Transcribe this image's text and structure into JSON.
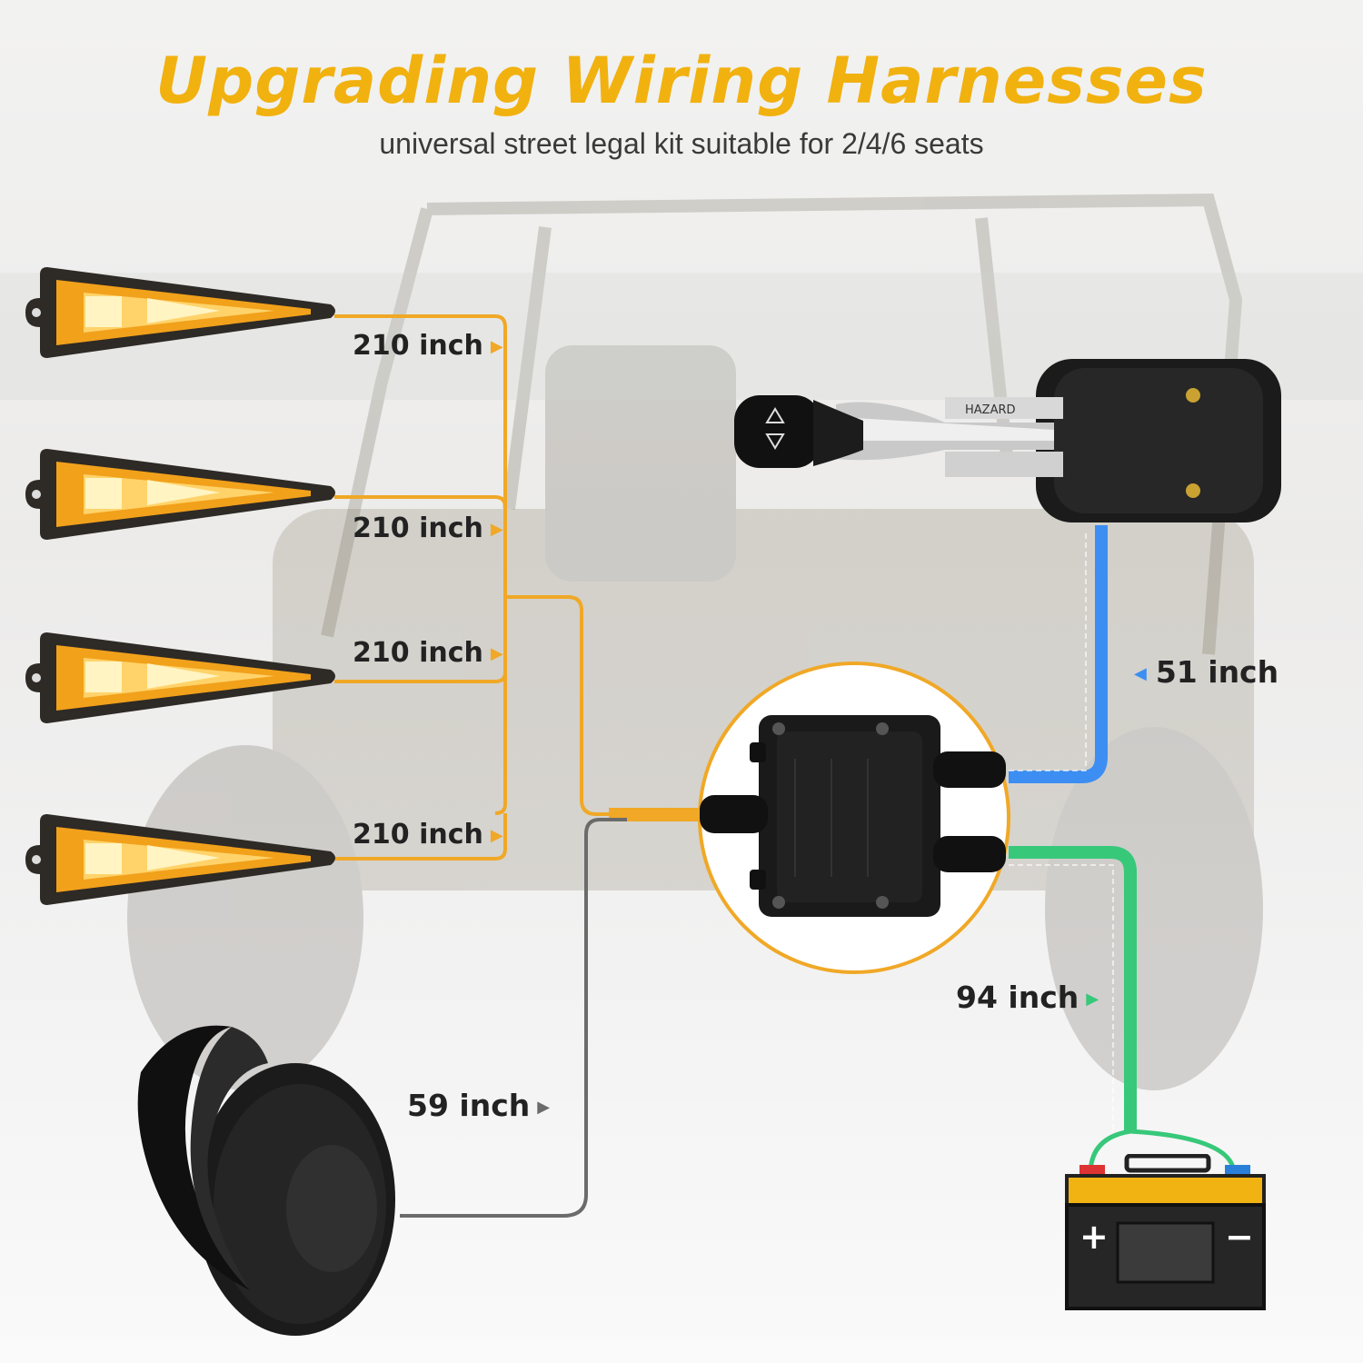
{
  "header": {
    "title": "Upgrading Wiring Harnesses",
    "subtitle": "universal street legal kit suitable for 2/4/6 seats"
  },
  "colors": {
    "title": "#f1b10f",
    "amber_wire": "#f0a826",
    "blue_wire": "#3d8ef2",
    "green_wire": "#37c87a",
    "gray_wire": "#6b6b6b"
  },
  "wires": [
    {
      "component": "turn signal light 1",
      "length": "210 inch",
      "color": "amber"
    },
    {
      "component": "turn signal light 2",
      "length": "210 inch",
      "color": "amber"
    },
    {
      "component": "turn signal light 3",
      "length": "210 inch",
      "color": "amber"
    },
    {
      "component": "turn signal light 4",
      "length": "210 inch",
      "color": "amber"
    },
    {
      "component": "turn signal switch",
      "length": "51 inch",
      "color": "blue"
    },
    {
      "component": "battery",
      "length": "94 inch",
      "color": "green"
    },
    {
      "component": "horn",
      "length": "59 inch",
      "color": "gray"
    }
  ],
  "switch": {
    "lever_text": "HAZARD"
  },
  "battery": {
    "plus": "+",
    "minus": "−"
  }
}
